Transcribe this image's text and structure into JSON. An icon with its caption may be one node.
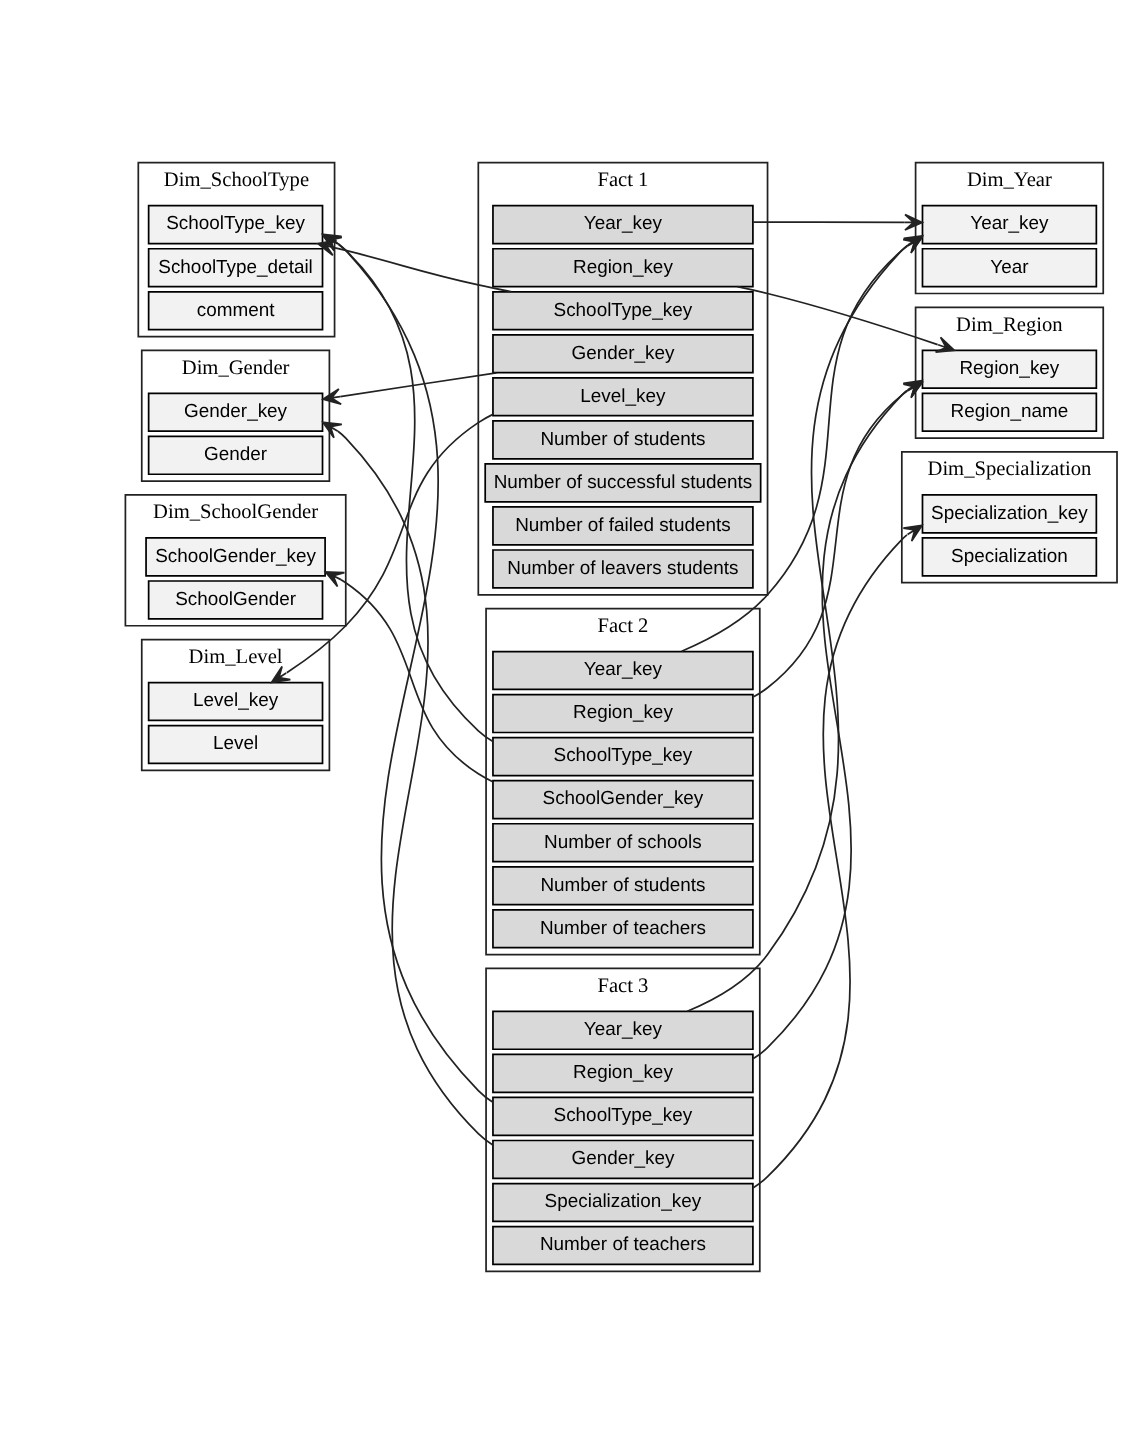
{
  "diagram": {
    "nodes": [
      {
        "text": [
          "Dim_SchoolType"
        ]
      },
      {
        "text": [
          "SchoolType_key"
        ],
        "in": 0
      },
      {
        "text": [
          "SchoolType_detail"
        ],
        "in": 0
      },
      {
        "text": [
          "comment"
        ],
        "in": 0
      },
      {
        "text": [
          "Fact 1"
        ]
      },
      {
        "text": [
          "Year_key"
        ],
        "in": 4
      },
      {
        "text": [
          "Region_key"
        ],
        "in": 4
      },
      {
        "text": [
          "SchoolType_key"
        ],
        "in": 4
      },
      {
        "text": [
          "Gender_key"
        ],
        "in": 4
      },
      {
        "text": [
          "Level_key"
        ],
        "in": 4
      },
      {
        "text": [
          "Number of students"
        ],
        "in": 4
      },
      {
        "text": [
          "Number of successful students"
        ],
        "in": 4
      },
      {
        "text": [
          "Number of failed students"
        ],
        "in": 4
      },
      {
        "text": [
          "Number of leavers students"
        ],
        "in": 4
      },
      {
        "text": [
          "Dim_Year"
        ]
      },
      {
        "text": [
          "Year_key"
        ],
        "in": 14
      },
      {
        "text": [
          "Year"
        ],
        "in": 14
      },
      {
        "text": [
          "Dim_Gender"
        ]
      },
      {
        "text": [
          "Gender_key"
        ],
        "in": 17
      },
      {
        "text": [
          "Gender"
        ],
        "in": 17
      },
      {
        "text": [
          "Dim_Region"
        ]
      },
      {
        "text": [
          "Region_key"
        ],
        "in": 20
      },
      {
        "text": [
          "Region_name"
        ],
        "in": 20
      },
      {
        "text": [
          "Dim_Level"
        ]
      },
      {
        "text": [
          "Level_key"
        ],
        "in": 23
      },
      {
        "text": [
          "Level"
        ],
        "in": 23
      },
      {
        "text": [
          "Fact 2"
        ]
      },
      {
        "text": [
          "Year_key"
        ],
        "in": 26
      },
      {
        "text": [
          "Region_key"
        ],
        "in": 26
      },
      {
        "text": [
          "SchoolType_key"
        ],
        "in": 26
      },
      {
        "text": [
          "SchoolGender_key"
        ],
        "in": 26
      },
      {
        "text": [
          "Number of schools"
        ],
        "in": 26
      },
      {
        "text": [
          "Number of students"
        ],
        "in": 26
      },
      {
        "text": [
          "Number of teachers"
        ],
        "in": 26
      },
      {
        "text": [
          "Dim_SchoolGender"
        ]
      },
      {
        "text": [
          "SchoolGender_key"
        ],
        "in": 34
      },
      {
        "text": [
          "SchoolGender"
        ],
        "in": 34
      },
      {
        "text": [
          "Fact 3"
        ]
      },
      {
        "text": [
          "Year_key"
        ],
        "in": 37
      },
      {
        "text": [
          "Region_key"
        ],
        "in": 37
      },
      {
        "text": [
          "SchoolType_key"
        ],
        "in": 37
      },
      {
        "text": [
          "Gender_key"
        ],
        "in": 37
      },
      {
        "text": [
          "Specialization_key"
        ],
        "in": 37
      },
      {
        "text": [
          "Number of teachers"
        ],
        "in": 37
      },
      {
        "text": [
          "Dim_Specialization"
        ]
      },
      {
        "text": [
          "Specialization_key"
        ],
        "in": 44
      },
      {
        "text": [
          "Specialization"
        ],
        "in": 44
      }
    ],
    "edges": [
      {
        "from": 5,
        "to": 15,
        "arrow": "to"
      },
      {
        "from": 6,
        "to": 21,
        "arrow": "to"
      },
      {
        "from": 7,
        "to": 1,
        "arrow": "to"
      },
      {
        "from": 8,
        "to": 18,
        "arrow": "to"
      },
      {
        "from": 9,
        "to": 24,
        "arrow": "to"
      },
      {
        "from": 27,
        "to": 15,
        "arrow": "to"
      },
      {
        "from": 28,
        "to": 21,
        "arrow": "to"
      },
      {
        "from": 29,
        "to": 1,
        "arrow": "to"
      },
      {
        "from": 30,
        "to": 35,
        "arrow": "to"
      },
      {
        "from": 38,
        "to": 15,
        "arrow": "to"
      },
      {
        "from": 39,
        "to": 21,
        "arrow": "to"
      },
      {
        "from": 40,
        "to": 1,
        "arrow": "to"
      },
      {
        "from": 41,
        "to": 18,
        "arrow": "to"
      },
      {
        "from": 42,
        "to": 45,
        "arrow": "to"
      }
    ]
  }
}
